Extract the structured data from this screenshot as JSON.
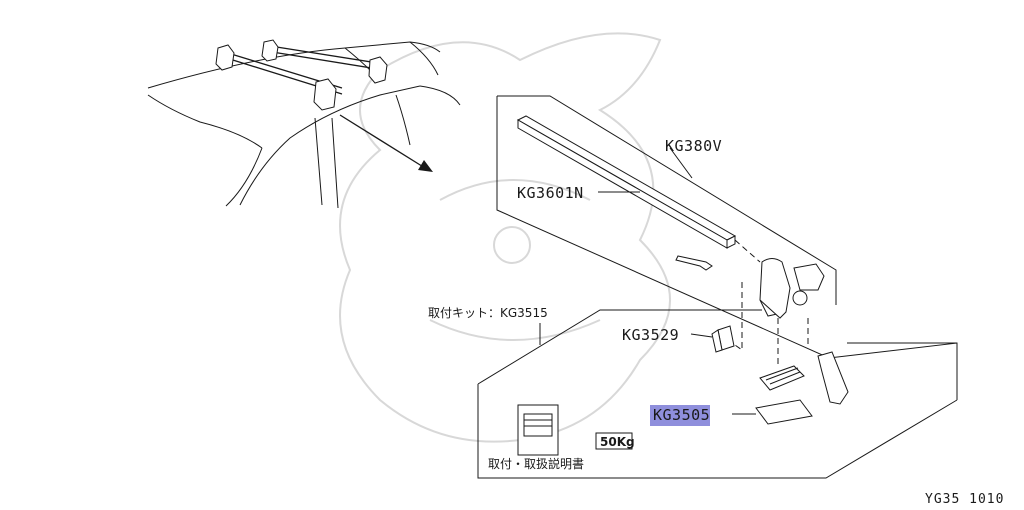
{
  "diagram": {
    "highlight_color": "#8f8fdc",
    "labels": {
      "bar": "KG380V",
      "rail": "KG3601N",
      "kit": "取付キット：KG3515",
      "clip": "KG3529",
      "highlighted_part": "KG3505",
      "manual": "取付・取扱説明書",
      "weight_sticker": "50Kg"
    },
    "reference_code": "YG35 1010"
  }
}
